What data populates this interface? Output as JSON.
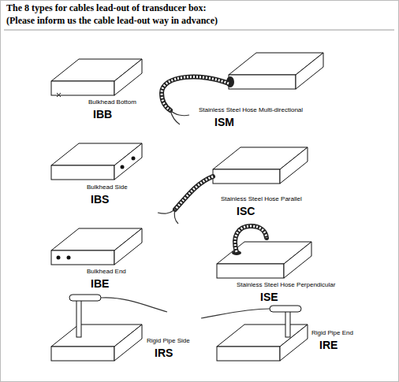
{
  "diagram": {
    "title": "The 8 types for cables lead-out of transducer box:",
    "labels": [
      "(Please inform us the cable lead-out way in advance)",
      "Bulkhead Bottom",
      "IBB",
      "Stainless Steel Hose Multi-directional",
      "ISM",
      "Bulkhead Side",
      "IBS",
      "Stainless Steel Hose Parallel",
      "ISC",
      "Bulkhead End",
      "IBE",
      "Stainless Steel Hose Perpendicular",
      "ISE",
      "Rigid Pipe Side",
      "IRS",
      "Rigid Pipe End",
      "IRE"
    ]
  }
}
